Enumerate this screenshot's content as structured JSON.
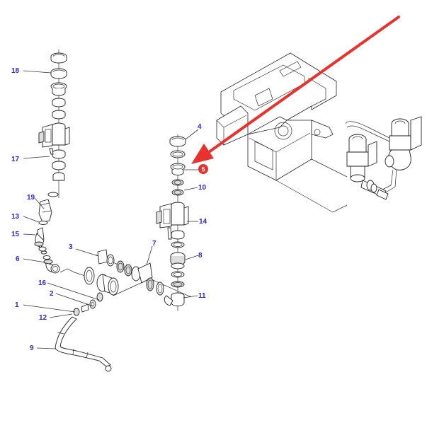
{
  "diagram": {
    "type": "exploded-parts-diagram",
    "label_color": "#2a2ad0",
    "highlight_color": "#e8322d",
    "highlighted_part": "5",
    "callouts": [
      {
        "id": "18",
        "label": "18"
      },
      {
        "id": "17",
        "label": "17"
      },
      {
        "id": "19",
        "label": "19"
      },
      {
        "id": "13",
        "label": "13"
      },
      {
        "id": "15",
        "label": "15"
      },
      {
        "id": "6",
        "label": "6"
      },
      {
        "id": "3",
        "label": "3"
      },
      {
        "id": "16",
        "label": "16"
      },
      {
        "id": "2",
        "label": "2"
      },
      {
        "id": "1",
        "label": "1"
      },
      {
        "id": "12",
        "label": "12"
      },
      {
        "id": "9",
        "label": "9"
      },
      {
        "id": "4",
        "label": "4"
      },
      {
        "id": "5",
        "label": "5"
      },
      {
        "id": "10",
        "label": "10"
      },
      {
        "id": "14",
        "label": "14"
      },
      {
        "id": "8",
        "label": "8"
      },
      {
        "id": "7",
        "label": "7"
      },
      {
        "id": "11",
        "label": "11"
      }
    ],
    "pointer_arrow": {
      "color": "#e8322d",
      "target": "5"
    }
  }
}
